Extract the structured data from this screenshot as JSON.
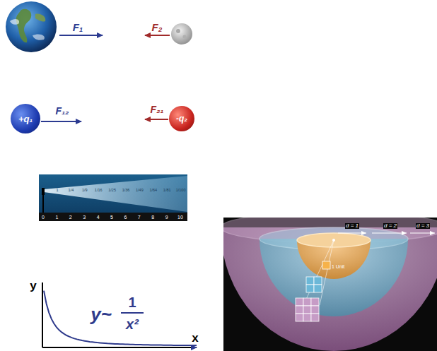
{
  "diagram": {
    "nodes": [
      {
        "text": [
          "+q₁"
        ]
      },
      {
        "text": [
          "-q₂"
        ]
      }
    ],
    "labels": [
      "F₁",
      "F₂",
      "F₁₂",
      "F₂₁",
      "1",
      "1/4",
      "1/9",
      "1/16",
      "1/25",
      "1/36",
      "1/49",
      "1/64",
      "1/81",
      "1/100",
      "0",
      "1",
      "2",
      "3",
      "4",
      "5",
      "6",
      "7",
      "8",
      "9",
      "10",
      "y",
      "x",
      "y~",
      "1",
      "x²",
      "d = 1",
      "d = 2",
      "d = 3",
      "1 Unit"
    ]
  }
}
